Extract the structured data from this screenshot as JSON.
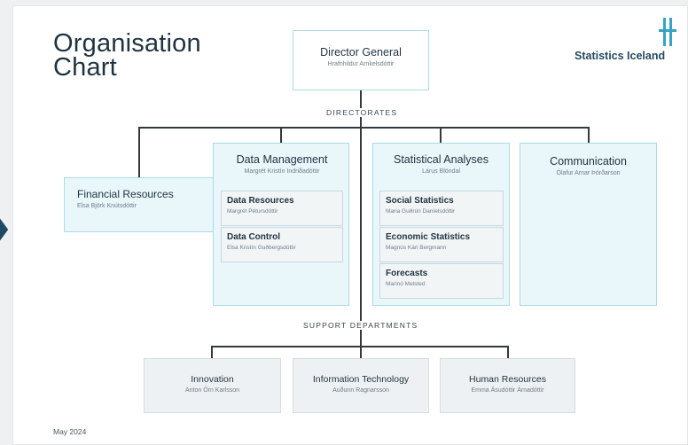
{
  "title": "Organisation Chart",
  "logo": {
    "text": "Statistics Iceland",
    "icon": "statistics-iceland-logo-icon"
  },
  "director": {
    "title": "Director General",
    "name": "Hrafnhildur Arnkelsdóttir"
  },
  "labels": {
    "directorates": "DIRECTORATES",
    "support": "SUPPORT DEPARTMENTS"
  },
  "directorates": {
    "financial": {
      "title": "Financial Resources",
      "name": "Elsa Björk Knútsdóttir"
    },
    "data_management": {
      "title": "Data Management",
      "name": "Margrét Kristín Indriðadóttir",
      "units": [
        {
          "title": "Data Resources",
          "name": "Margrét Pétursdóttir"
        },
        {
          "title": "Data Control",
          "name": "Elsa Kristín Guðbergsdóttir"
        }
      ]
    },
    "statistical_analyses": {
      "title": "Statistical Analyses",
      "name": "Lárus Blöndal",
      "units": [
        {
          "title": "Social Statistics",
          "name": "Maria Guðrún Daníelsdóttir"
        },
        {
          "title": "Economic Statistics",
          "name": "Magnús Kári Bergmann"
        },
        {
          "title": "Forecasts",
          "name": "Marinó Melsted"
        }
      ]
    },
    "communication": {
      "title": "Communication",
      "name": "Ólafur Arnar Þórðarson"
    }
  },
  "support": [
    {
      "title": "Innovation",
      "name": "Anton Örn Karlsson"
    },
    {
      "title": "Information Technology",
      "name": "Auðunn Ragnarsson"
    },
    {
      "title": "Human Resources",
      "name": "Emma Ásudóttir Árnadóttir"
    }
  ],
  "date": "May 2024",
  "colors": {
    "box_border": "#a9dbe6",
    "box_tint": "#e9f6fa",
    "connector": "#34393d",
    "title": "#1f3340"
  }
}
